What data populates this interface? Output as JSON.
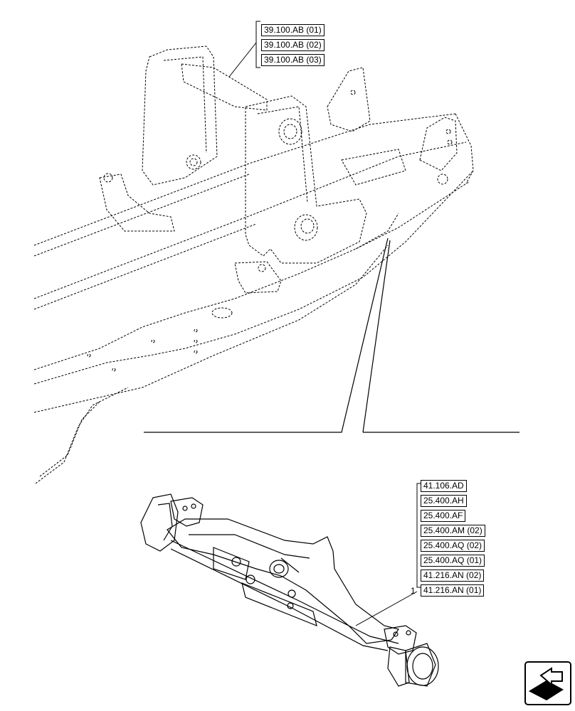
{
  "top_refs": [
    "39.100.AB (01)",
    "39.100.AB (02)",
    "39.100.AB (03)"
  ],
  "bottom_refs": [
    "41.106.AD",
    "25.400.AH",
    "25.400.AF",
    "25.400.AM (02)",
    "25.400.AQ (02)",
    "25.400.AQ (01)",
    "41.216.AN (02)",
    "41.216.AN (01)"
  ],
  "callout": {
    "item_number": "1"
  },
  "icons": {
    "navigation": "next-page-arrow-icon"
  }
}
